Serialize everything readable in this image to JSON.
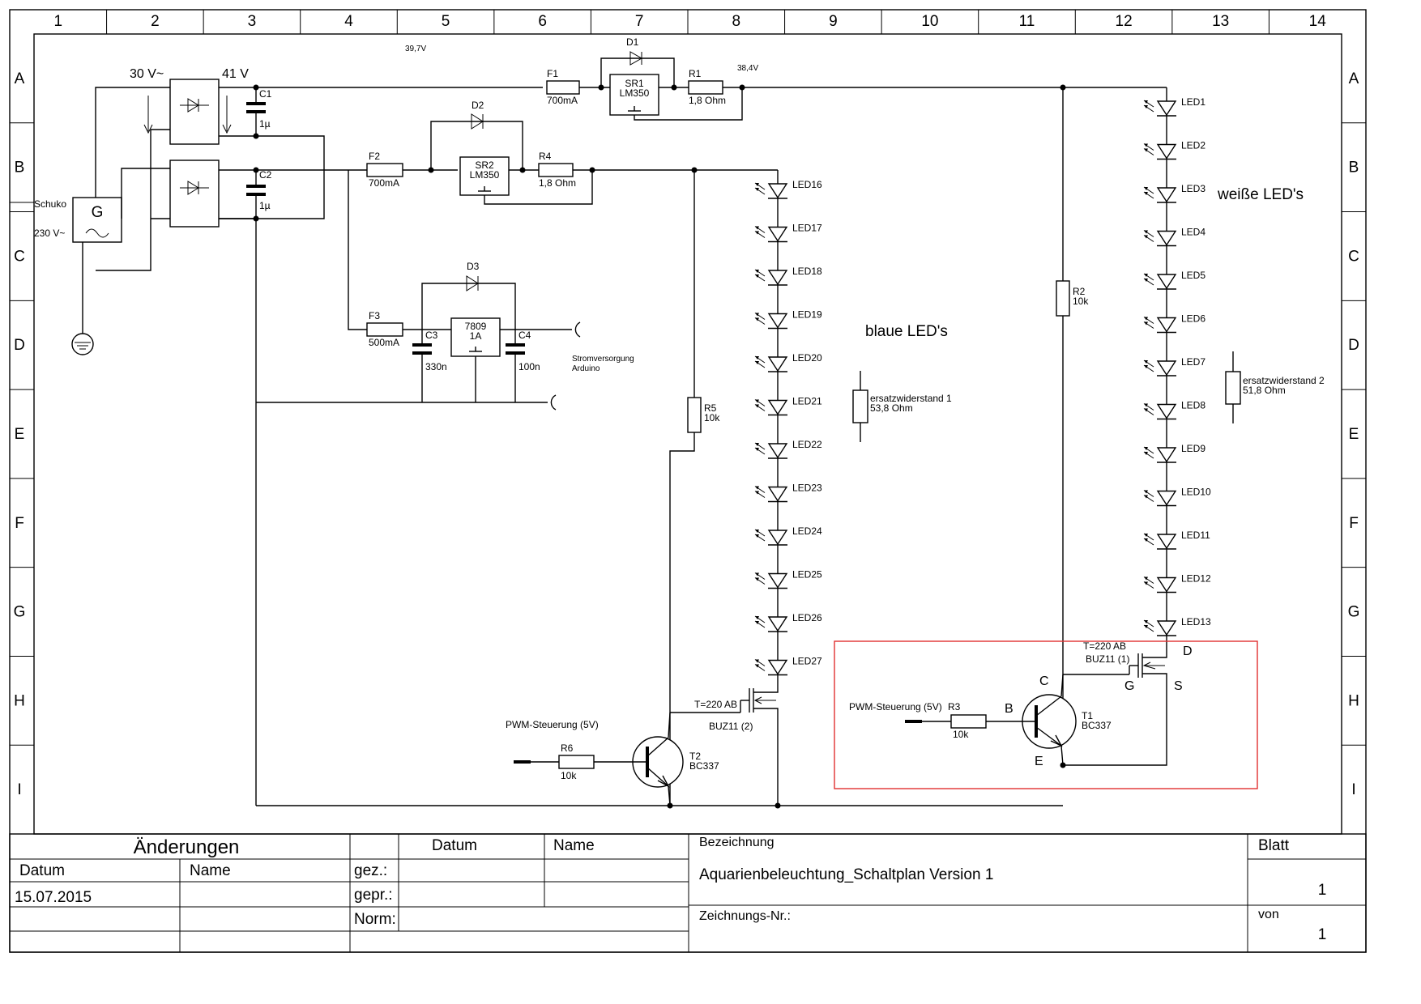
{
  "grid": {
    "columns": [
      "1",
      "2",
      "3",
      "4",
      "5",
      "6",
      "7",
      "8",
      "9",
      "10",
      "11",
      "12",
      "13",
      "14"
    ],
    "rows": [
      "A",
      "B",
      "C",
      "D",
      "E",
      "F",
      "G",
      "H",
      "I"
    ]
  },
  "labels": {
    "v_top": "39,7V",
    "v_ac": "30 V~",
    "v_dc": "41 V",
    "v_out": "38,4V",
    "schuko": "Schuko",
    "mains": "230 V~",
    "gen": "G",
    "arduino1": "Stromversorgung",
    "arduino2": "Arduino",
    "blue": "blaue LED's",
    "white": "weiße LED's",
    "pwm": "PWM-Steuerung (5V)"
  },
  "parts": {
    "c1": {
      "name": "C1",
      "value": "1µ"
    },
    "c2": {
      "name": "C2",
      "value": "1µ"
    },
    "c3": {
      "name": "C3",
      "value": "330n"
    },
    "c4": {
      "name": "C4",
      "value": "100n"
    },
    "f1": {
      "name": "F1",
      "value": "700mA"
    },
    "f2": {
      "name": "F2",
      "value": "700mA"
    },
    "f3": {
      "name": "F3",
      "value": "500mA"
    },
    "d1": {
      "name": "D1"
    },
    "d2": {
      "name": "D2"
    },
    "d3": {
      "name": "D3"
    },
    "sr1": {
      "name": "SR1",
      "value": "LM350"
    },
    "sr2": {
      "name": "SR2",
      "value": "LM350"
    },
    "u7809": {
      "name": "7809",
      "value": "1A"
    },
    "r1": {
      "name": "R1",
      "value": "1,8 Ohm"
    },
    "r2": {
      "name": "R2",
      "value": "10k"
    },
    "r3": {
      "name": "R3",
      "value": "10k"
    },
    "r4": {
      "name": "R4",
      "value": "1,8 Ohm"
    },
    "r5": {
      "name": "R5",
      "value": "10k"
    },
    "r6": {
      "name": "R6",
      "value": "10k"
    },
    "ers1": {
      "name": "ersatzwiderstand 1",
      "value": "53,8 Ohm"
    },
    "ers2": {
      "name": "ersatzwiderstand 2",
      "value": "51,8 Ohm"
    },
    "t1": {
      "name": "T1",
      "value": "BC337"
    },
    "t2": {
      "name": "T2",
      "value": "BC337"
    },
    "buz1": {
      "t": "T=220 AB",
      "name": "BUZ11 (1)"
    },
    "buz2": {
      "t": "T=220 AB",
      "name": "BUZ11 (2)"
    },
    "pins": {
      "c": "C",
      "b": "B",
      "e": "E",
      "d": "D",
      "g": "G",
      "s": "S"
    }
  },
  "leds_white": [
    "LED1",
    "LED2",
    "LED3",
    "LED4",
    "LED5",
    "LED6",
    "LED7",
    "LED8",
    "LED9",
    "LED10",
    "LED11",
    "LED12",
    "LED13"
  ],
  "leds_blue": [
    "LED16",
    "LED17",
    "LED18",
    "LED19",
    "LED20",
    "LED21",
    "LED22",
    "LED23",
    "LED24",
    "LED25",
    "LED26",
    "LED27"
  ],
  "title_block": {
    "aenderungen": "Änderungen",
    "datum_col": "Datum",
    "name_col": "Name",
    "datum": "Datum",
    "name": "Name",
    "date_value": "15.07.2015",
    "gez": "gez.:",
    "gepr": "gepr.:",
    "norm": "Norm:",
    "bezeichnung": "Bezeichnung",
    "title": "Aquarienbeleuchtung_Schaltplan Version 1",
    "zeichnungsnr": "Zeichnungs-Nr.:",
    "blatt": "Blatt",
    "blatt_value": "1",
    "von": "von",
    "von_value": "1"
  },
  "colors": {
    "line": "#000000",
    "highlight": "#e03030"
  }
}
